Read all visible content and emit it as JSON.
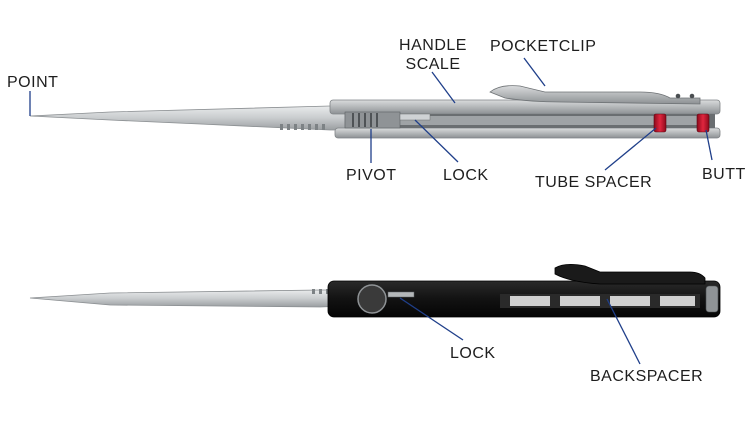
{
  "labels": {
    "point": "POINT",
    "handle_scale_line1": "HANDLE",
    "handle_scale_line2": "SCALE",
    "pocketclip": "POCKETCLIP",
    "pivot": "PIVOT",
    "lock_top": "LOCK",
    "tube_spacer": "TUBE SPACER",
    "butt": "BUTT",
    "lock_bottom": "LOCK",
    "backspacer": "BACKSPACER"
  },
  "colors": {
    "leader_line": "#1f3f8a",
    "label_text": "#1e1e1e",
    "steel": "#b8bbbe",
    "black_handle": "#161616",
    "tube_spacer_red": "#c8142c"
  }
}
